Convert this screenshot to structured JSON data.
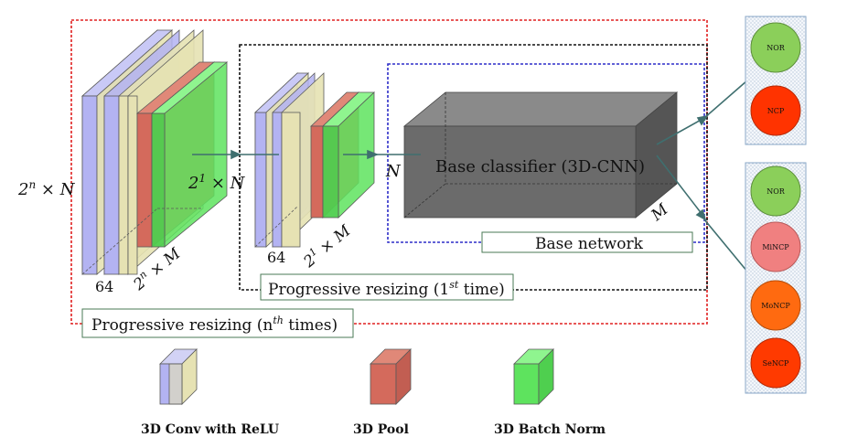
{
  "figure": {
    "dims": {
      "outer_input": {
        "base": "2",
        "exp": "n",
        "rest": " × N"
      },
      "outer_depth": "64",
      "outer_size": {
        "base": "2",
        "exp": "n",
        "rest": " × M"
      },
      "mid_input": {
        "base": "2",
        "exp": "1",
        "rest": " × N"
      },
      "mid_depth": "64",
      "mid_size": {
        "base": "2",
        "exp": "1",
        "rest": " × M"
      },
      "inner_input": "N",
      "inner_depth": "M"
    },
    "base_classifier": "Base classifier (3D-CNN)",
    "frames": {
      "base_network": "Base network",
      "resize_first": {
        "pre": "Progressive resizing (1",
        "sup": "st",
        "post": " time)"
      },
      "resize_nth": {
        "pre": "Progressive resizing (n",
        "sup": "th",
        "post": " times)"
      }
    },
    "outputs_binary": [
      "NOR",
      "NCP"
    ],
    "outputs_multi": [
      "NOR",
      "MiNCP",
      "MoNCP",
      "SeNCP"
    ],
    "legend": [
      "3D Conv with ReLU",
      "3D Pool",
      "3D Batch Norm"
    ]
  },
  "colors": {
    "conv_blue": "#b3b3f2",
    "conv_tan": "#e6e2b3",
    "pool_red": "#d46a5c",
    "batchnorm_green": "#5ee35e",
    "classifier_gray": "#6b6b6b",
    "frame_red": "#e02020",
    "frame_black": "#111111",
    "frame_blue": "#2d2dc8",
    "arrow_teal": "#3f6f6f",
    "nor_green": "#8bcf5a",
    "ncp_red": "#ff3300",
    "mincp_pink": "#f08080",
    "moncp_orange": "#ff6a10",
    "sencp_red": "#ff3a00"
  }
}
